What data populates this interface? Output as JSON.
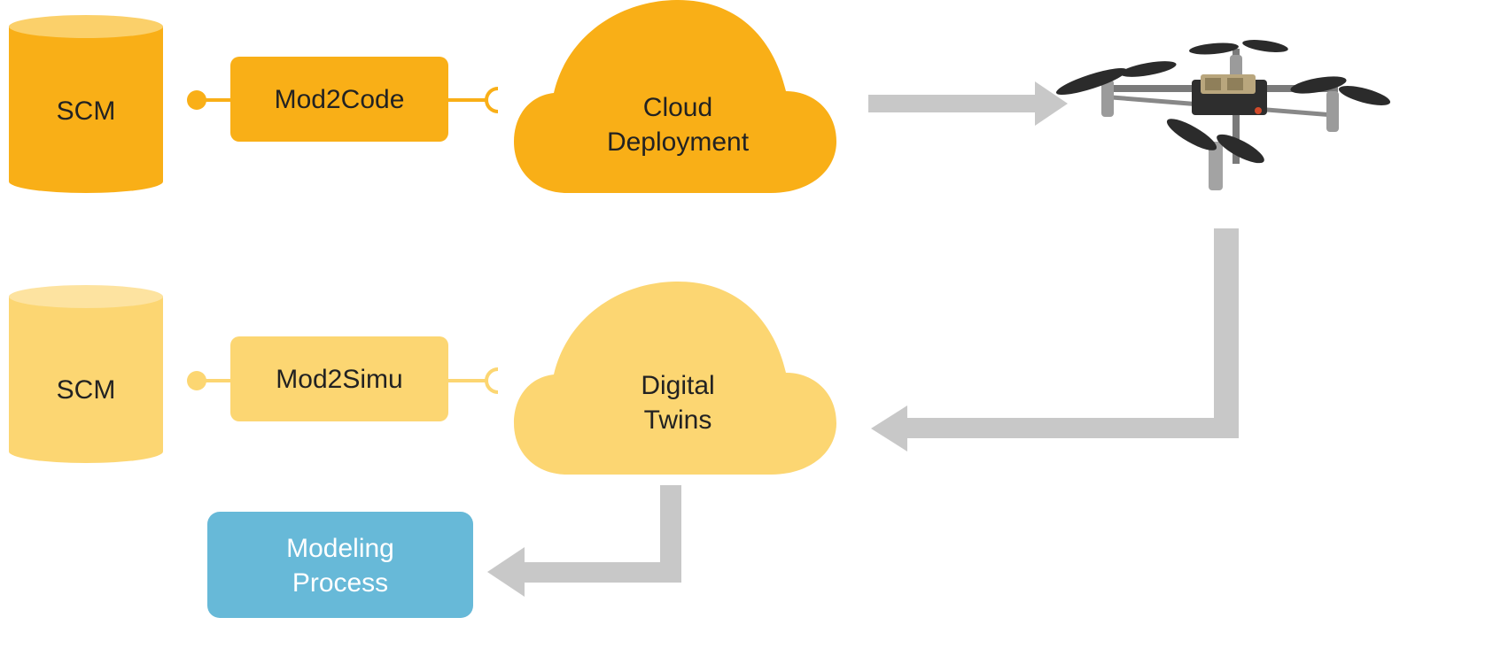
{
  "colors": {
    "primary": "#F9AF17",
    "primary_top": "#FBD06A",
    "light": "#FCD672",
    "light_top": "#FDE3A0",
    "arrow": "#C8C8C8",
    "modeling": "#67B9D8",
    "modeling_text": "#FFFFFF",
    "text": "#222222"
  },
  "top_row": {
    "scm_label": "SCM",
    "component_label": "Mod2Code",
    "cloud_label": "Cloud\nDeployment"
  },
  "bottom_row": {
    "scm_label": "SCM",
    "component_label": "Mod2Simu",
    "cloud_label": "Digital\nTwins"
  },
  "modeling": {
    "label": "Modeling\nProcess"
  },
  "drone": {
    "icon": "quadcopter-drone"
  }
}
